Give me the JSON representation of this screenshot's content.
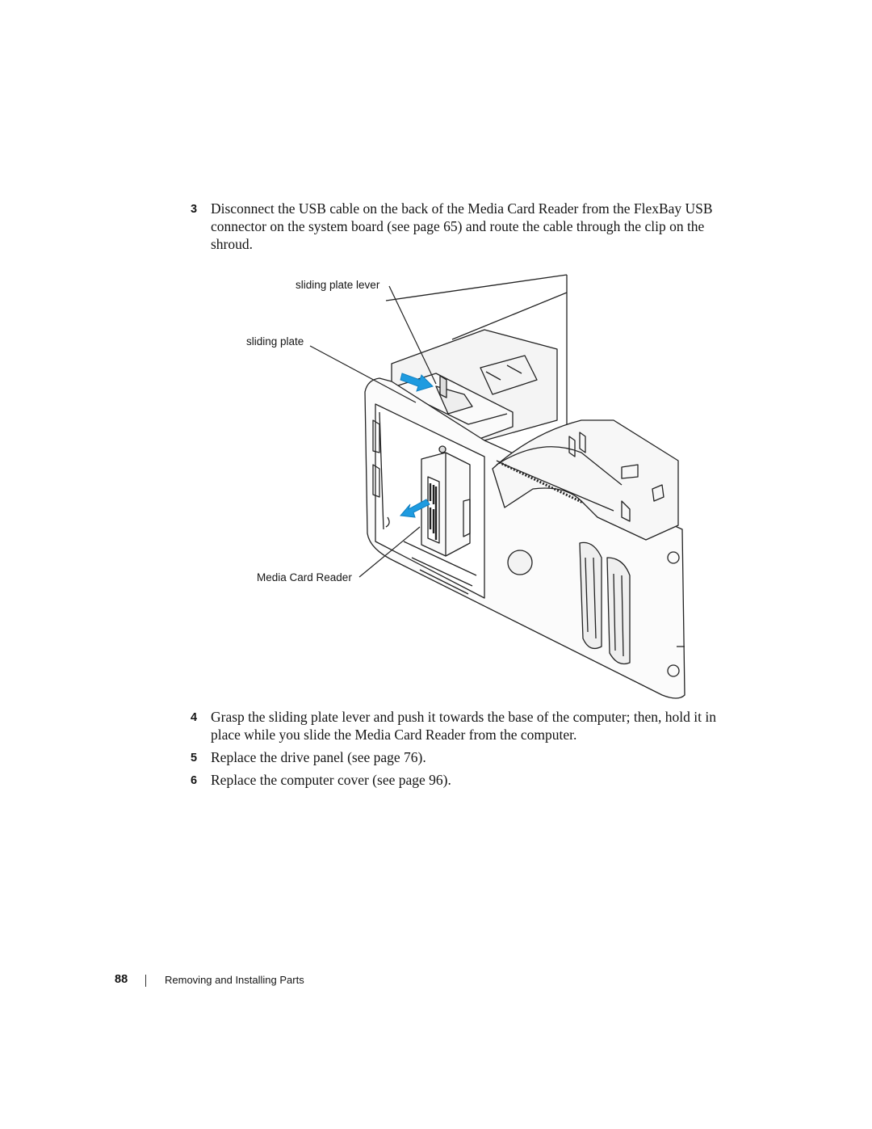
{
  "steps": [
    {
      "number": "3",
      "text": "Disconnect the USB cable on the back of the Media Card Reader from the FlexBay USB connector on the system board (see page 65) and route the cable through the clip on the shroud."
    },
    {
      "number": "4",
      "text": "Grasp the sliding plate lever and push it towards the base of the computer; then, hold it in place while you slide the Media Card Reader from the computer."
    },
    {
      "number": "5",
      "text": "Replace the drive panel (see page 76)."
    },
    {
      "number": "6",
      "text": "Replace the computer cover (see page 96)."
    }
  ],
  "figure": {
    "callouts": {
      "sliding_plate_lever": "sliding plate lever",
      "sliding_plate": "sliding plate",
      "media_card_reader": "Media Card Reader"
    },
    "arrow_color": "#1e9be0"
  },
  "footer": {
    "page_number": "88",
    "section_title": "Removing and Installing Parts"
  }
}
